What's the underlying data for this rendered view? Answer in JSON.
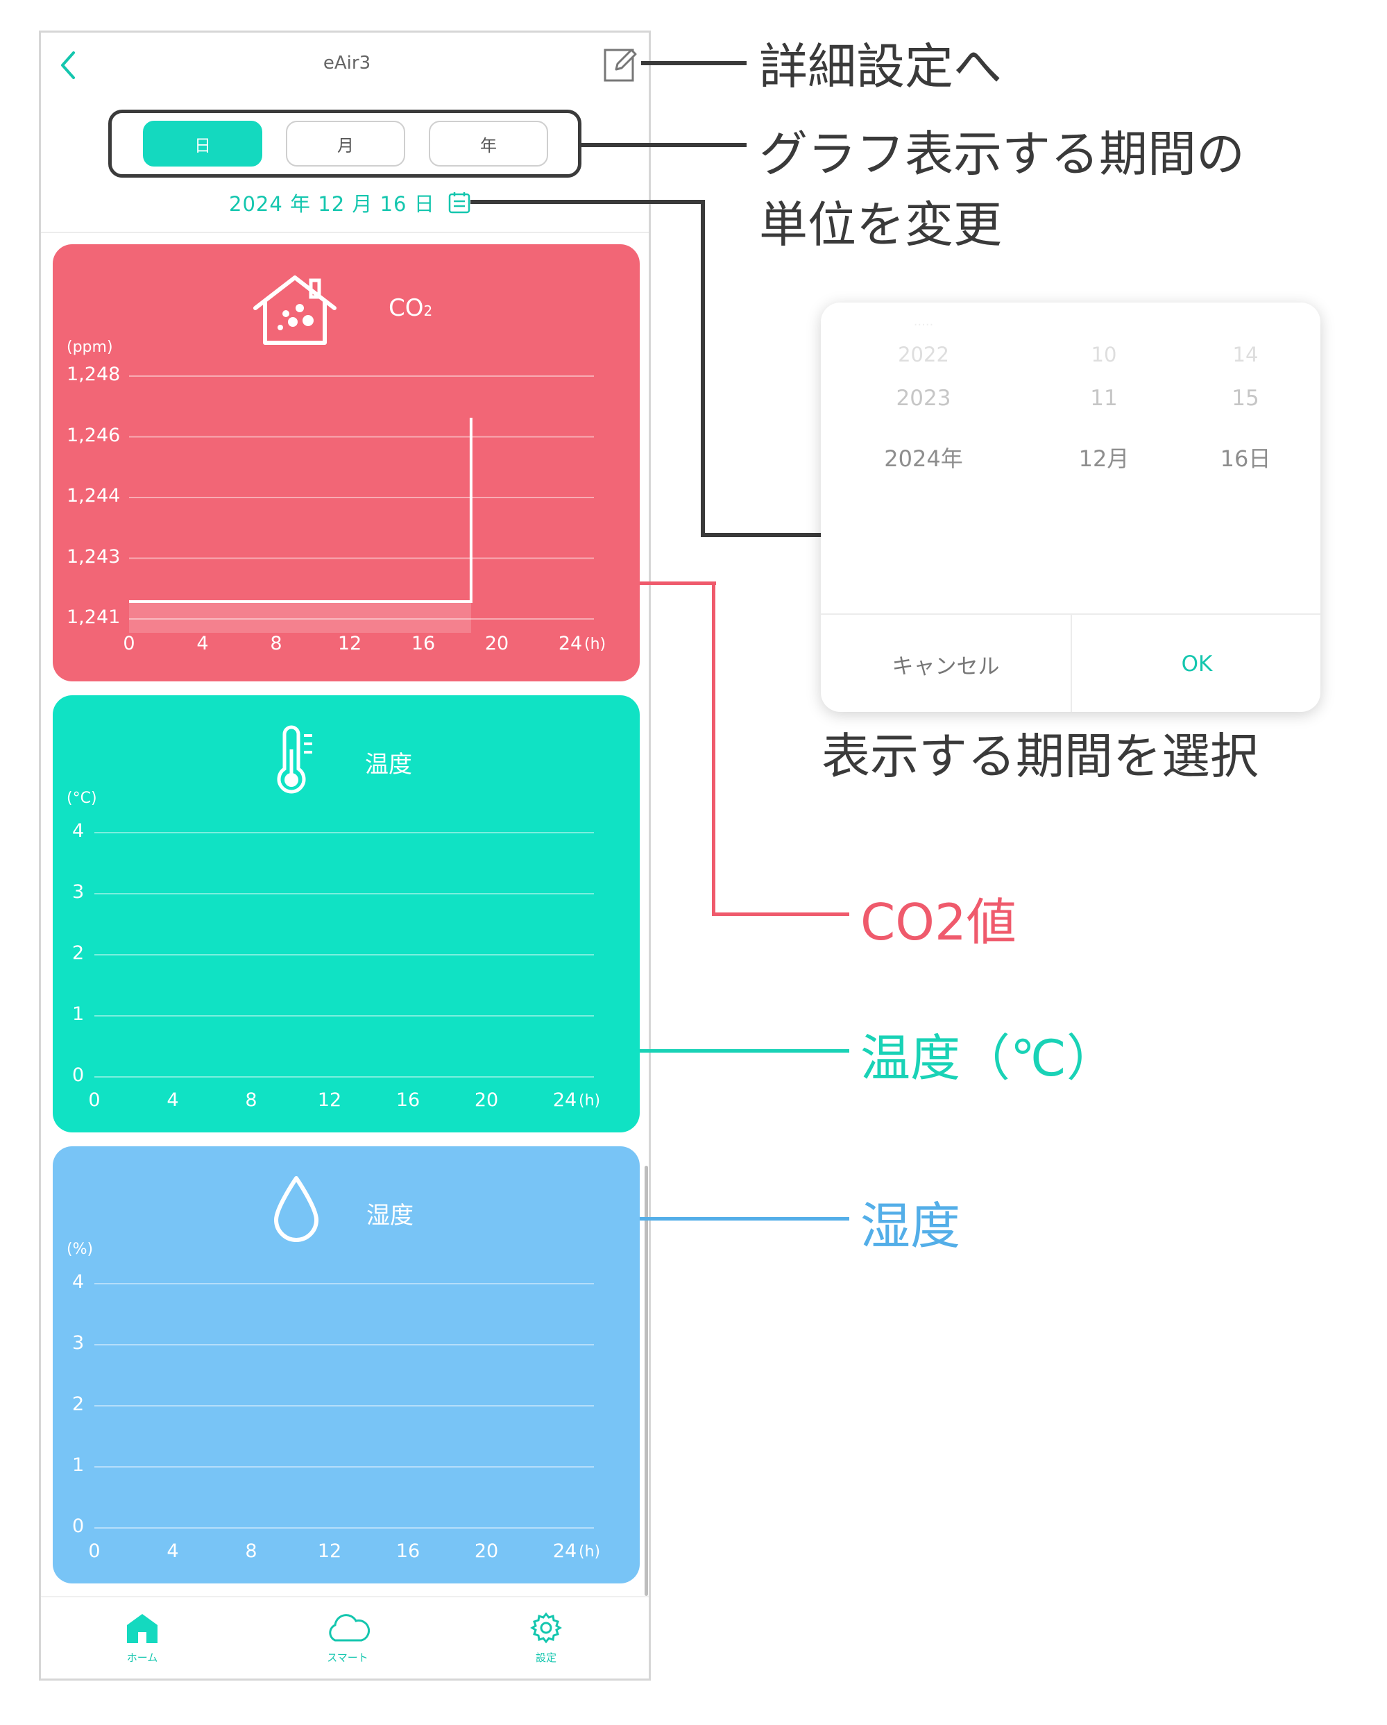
{
  "header": {
    "title": "eAir3",
    "back_icon": "chevron-left-icon",
    "edit_icon": "edit-icon"
  },
  "period_tabs": [
    {
      "label": "日",
      "active": true
    },
    {
      "label": "月",
      "active": false
    },
    {
      "label": "年",
      "active": false
    }
  ],
  "date_label": "2024 年 12 月 16 日",
  "colors": {
    "accent": "#14d9bf",
    "co2": "#f26676",
    "temperature": "#10e2c4",
    "humidity": "#78c4f6",
    "callout_co2": "#ef5a6c",
    "callout_temp": "#19d2b6",
    "callout_hum": "#53aee8"
  },
  "cards": {
    "co2": {
      "title": "CO",
      "title_sub": "2",
      "unit": "(ppm)",
      "icon": "house-icon"
    },
    "temperature": {
      "title": "温度",
      "unit": "(°C)",
      "icon": "thermometer-icon"
    },
    "humidity": {
      "title": "湿度",
      "unit": "(%)",
      "icon": "water-drop-icon"
    }
  },
  "chart_data": [
    {
      "type": "line",
      "title": "CO2",
      "ylabel": "(ppm)",
      "xlabel": "(h)",
      "x_ticks": [
        "0",
        "4",
        "8",
        "12",
        "16",
        "20",
        "24"
      ],
      "y_ticks": [
        "1,248",
        "1,246",
        "1,244",
        "1,243",
        "1,241"
      ],
      "series": [
        {
          "x": [
            0,
            18.6,
            18.6
          ],
          "y": [
            1241.5,
            1241.5,
            1246.8
          ]
        }
      ],
      "xlim": [
        0,
        24
      ],
      "ylim": [
        1241,
        1248
      ]
    },
    {
      "type": "line",
      "title": "温度",
      "ylabel": "(°C)",
      "xlabel": "(h)",
      "x_ticks": [
        "0",
        "4",
        "8",
        "12",
        "16",
        "20",
        "24"
      ],
      "y_ticks": [
        "4",
        "3",
        "2",
        "1",
        "0"
      ],
      "series": [],
      "xlim": [
        0,
        24
      ],
      "ylim": [
        0,
        4
      ]
    },
    {
      "type": "line",
      "title": "湿度",
      "ylabel": "(%)",
      "xlabel": "(h)",
      "x_ticks": [
        "0",
        "4",
        "8",
        "12",
        "16",
        "20",
        "24"
      ],
      "y_ticks": [
        "4",
        "3",
        "2",
        "1",
        "0"
      ],
      "series": [],
      "xlim": [
        0,
        24
      ],
      "ylim": [
        0,
        4
      ]
    }
  ],
  "tabbar": [
    {
      "label": "ホーム",
      "icon": "home-icon",
      "active": true
    },
    {
      "label": "スマート",
      "icon": "cloud-icon",
      "active": false
    },
    {
      "label": "設定",
      "icon": "gear-icon",
      "active": false
    }
  ],
  "date_picker": {
    "year_col": [
      "2022",
      "2023",
      "2024年"
    ],
    "month_col": [
      "10",
      "11",
      "12月"
    ],
    "day_col": [
      "14",
      "15",
      "16日"
    ],
    "cancel_label": "キャンセル",
    "ok_label": "OK"
  },
  "callouts": {
    "settings": "詳細設定へ",
    "period_line1": "グラフ表示する期間の",
    "period_line2": "単位を変更",
    "select": "表示する期間を選択",
    "co2": "CO2値",
    "temperature": "温度（℃）",
    "humidity": "湿度"
  }
}
